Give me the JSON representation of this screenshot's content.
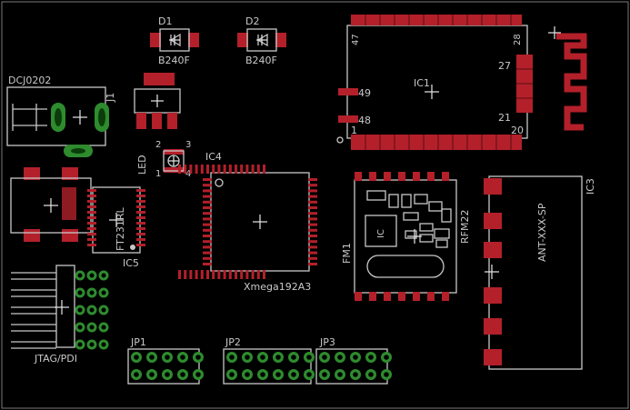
{
  "board": {
    "background": "#000000",
    "outline_color": "#7a7a7a",
    "silk_color": "#c8c8c8",
    "smd_pad_color": "#b3202a",
    "tht_pad_color": "#2e8b2e"
  },
  "labels": {
    "d1_name": "D1",
    "d1_value": "B240F",
    "d2_name": "D2",
    "d2_value": "B240F",
    "power_jack": "DCJ0202",
    "j1": "J1",
    "ic1": "IC1",
    "ic1_pin47": "47",
    "ic1_pin28": "28",
    "ic1_pin27": "27",
    "ic1_pin49": "49",
    "ic1_pin48": "48",
    "ic1_pin21": "21",
    "ic1_pin1": "1",
    "ic1_pin20": "20",
    "led": "LED",
    "led_pin2": "2",
    "led_pin3": "3",
    "led_pin1": "1",
    "led_pin4": "4",
    "ic4": "IC4",
    "mcu_value": "Xmega192A3",
    "ic5": "IC5",
    "usb_chip": "FT231RL",
    "ic3": "IC3",
    "antenna": "ANT-XXX-SP",
    "fm1": "FM1",
    "rfm": "RFM22",
    "ic_marker": "IC",
    "jtag": "JTAG/PDI",
    "jp1": "JP1",
    "jp2": "JP2",
    "jp3": "JP3"
  }
}
